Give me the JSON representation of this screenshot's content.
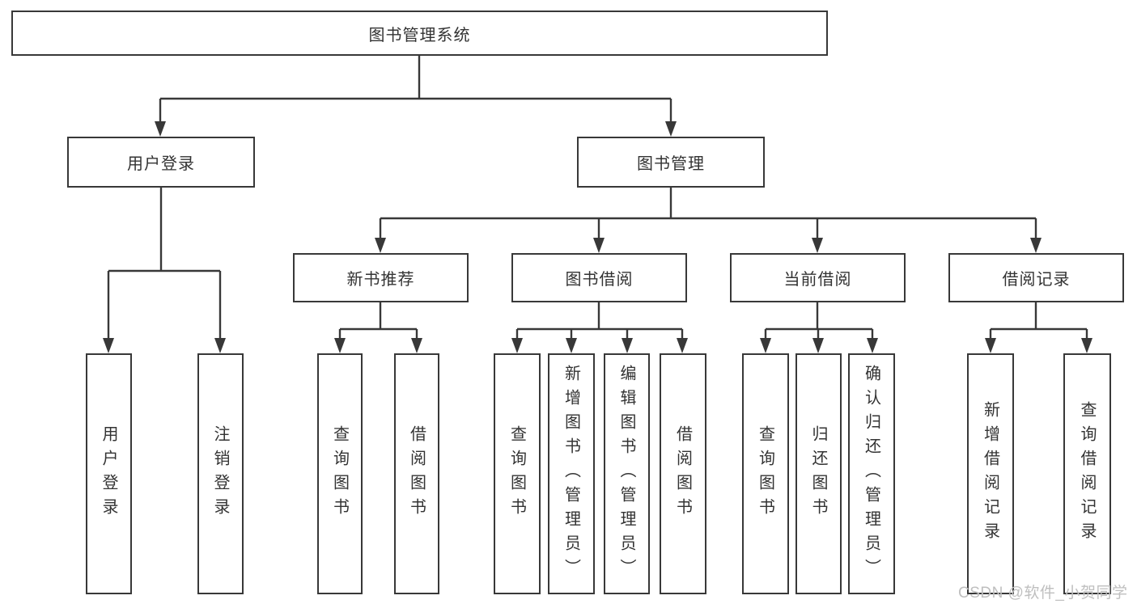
{
  "colors": {
    "line": "#383838",
    "box_border": "#383838",
    "box_background": "#ffffff",
    "text": "#333333",
    "watermark": "#bfbfbf"
  },
  "nodes": {
    "root": {
      "label": "图书管理系统"
    },
    "userLoginGroup": {
      "label": "用户登录"
    },
    "bookManagement": {
      "label": "图书管理"
    },
    "newBookRec": {
      "label": "新书推荐"
    },
    "bookBorrow": {
      "label": "图书借阅"
    },
    "currentBorrow": {
      "label": "当前借阅"
    },
    "borrowRecords": {
      "label": "借阅记录"
    },
    "userLogin": {
      "label": "用户登录"
    },
    "logoutLogin": {
      "label": "注销登录"
    },
    "nrQueryBooks": {
      "label": "查询图书"
    },
    "nrBorrowBooks": {
      "label": "借阅图书"
    },
    "bbQueryBooks": {
      "label": "查询图书"
    },
    "bbAddBooks": {
      "label": "新增图书（管理员）"
    },
    "bbEditBooks": {
      "label": "编辑图书（管理员）"
    },
    "bbBorrowBooks": {
      "label": "借阅图书"
    },
    "cbQueryBooks": {
      "label": "查询图书"
    },
    "cbReturnBooks": {
      "label": "归还图书"
    },
    "cbConfirmReturn": {
      "label": "确认归还（管理员）"
    },
    "brAddRecord": {
      "label": "新增借阅记录"
    },
    "brQueryRecord": {
      "label": "查询借阅记录"
    }
  },
  "edges": [
    {
      "from": "root",
      "to": [
        "userLoginGroup",
        "bookManagement"
      ]
    },
    {
      "from": "userLoginGroup",
      "to": [
        "userLogin",
        "logoutLogin"
      ]
    },
    {
      "from": "bookManagement",
      "to": [
        "newBookRec",
        "bookBorrow",
        "currentBorrow",
        "borrowRecords"
      ]
    },
    {
      "from": "newBookRec",
      "to": [
        "nrQueryBooks",
        "nrBorrowBooks"
      ]
    },
    {
      "from": "bookBorrow",
      "to": [
        "bbQueryBooks",
        "bbAddBooks",
        "bbEditBooks",
        "bbBorrowBooks"
      ]
    },
    {
      "from": "currentBorrow",
      "to": [
        "cbQueryBooks",
        "cbReturnBooks",
        "cbConfirmReturn"
      ]
    },
    {
      "from": "borrowRecords",
      "to": [
        "brAddRecord",
        "brQueryRecord"
      ]
    }
  ],
  "watermark": {
    "text": "CSDN @软件_小贺同学"
  }
}
